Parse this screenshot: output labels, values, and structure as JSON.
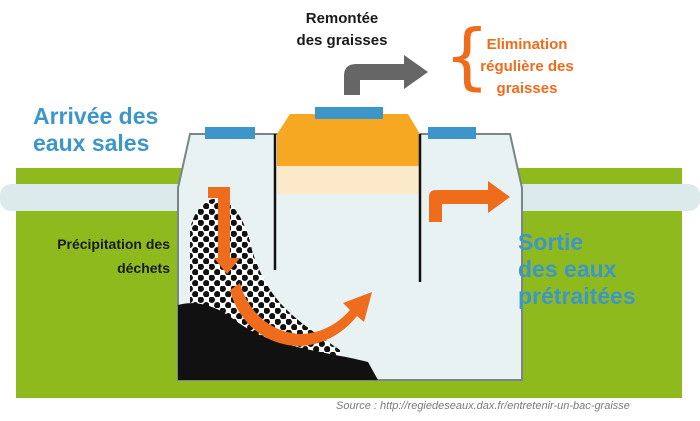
{
  "labels": {
    "grease_rise": [
      "Remontée",
      "des graisses"
    ],
    "grease_removal": [
      "Elimination",
      "régulière des",
      "graisses"
    ],
    "inlet": [
      "Arrivée des",
      "eaux sales"
    ],
    "sediment": [
      "Précipitation des",
      "déchets"
    ],
    "outlet": [
      "Sortie",
      "des eaux",
      "prétraitées"
    ],
    "source": "Source : http://regiedeseaux.dax.fr/entretenir-un-bac-graisse"
  },
  "colors": {
    "ground": "#8fba1e",
    "tank_fill": "#e9f2f2",
    "pipe": "#dceaeb",
    "grease": "#f6a823",
    "grease_light": "#fbe9c9",
    "lid": "#3d96c9",
    "arrow_orange": "#ee6c1c",
    "arrow_grey": "#666666",
    "sludge": "#111111",
    "text_blue": "#3d96c9",
    "text_orange": "#ee6c1c"
  },
  "icons": [
    "brace-icon"
  ]
}
